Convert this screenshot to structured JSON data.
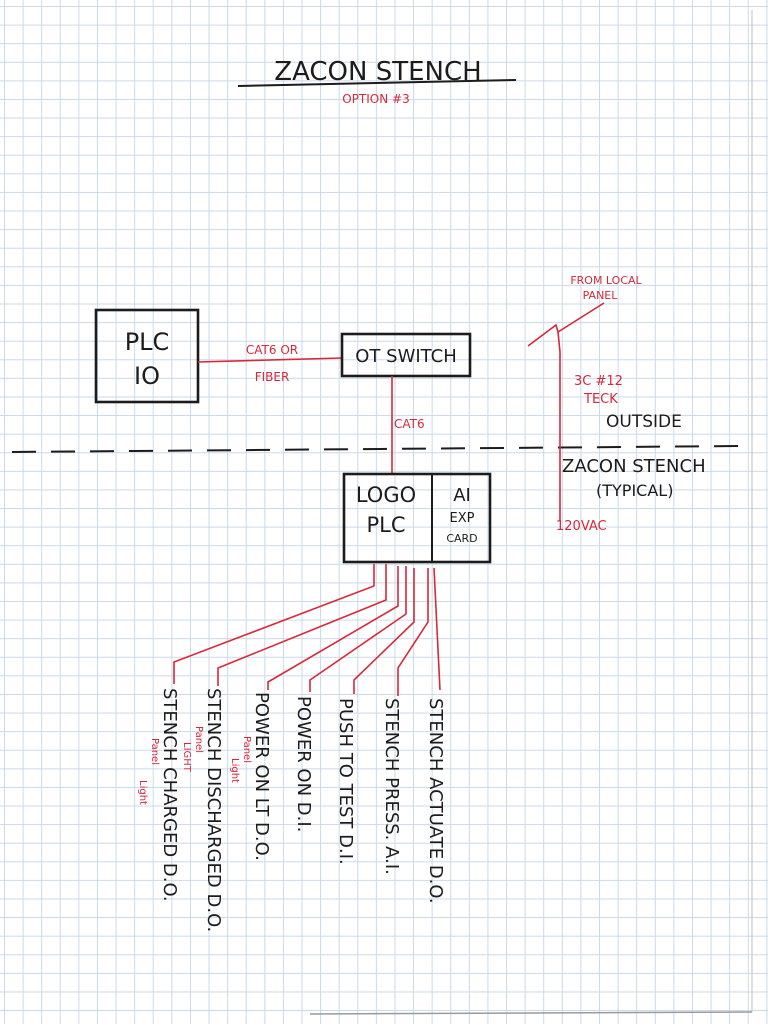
{
  "title": "ZACON STENCH",
  "subtitle": "OPTION #3",
  "nodes": {
    "plc_io": [
      "PLC",
      "IO"
    ],
    "ot_switch": "OT SWITCH",
    "logo_plc": [
      "LOGO",
      "PLC"
    ],
    "ai_exp": [
      "AI",
      "EXP",
      "CARD"
    ]
  },
  "links": {
    "plc_to_switch": [
      "CAT6 OR",
      "FIBER"
    ],
    "switch_to_logo": "CAT6"
  },
  "power": {
    "source": [
      "FROM LOCAL",
      "PANEL"
    ],
    "cable": [
      "3C #12",
      "TECK"
    ],
    "voltage": "120VAC"
  },
  "zones": {
    "outside": "OUTSIDE",
    "inside": [
      "ZACON STENCH",
      "(TYPICAL)"
    ]
  },
  "io_points": [
    {
      "label": "STENCH CHARGED D.O.",
      "note": [
        "Panel",
        "Light"
      ]
    },
    {
      "label": "STENCH DISCHARGED D.O.",
      "note": [
        "Panel",
        "LIGHT"
      ]
    },
    {
      "label": "POWER ON LT D.O.",
      "note": [
        "Panel",
        "Light"
      ]
    },
    {
      "label": "POWER ON D.I.",
      "note": []
    },
    {
      "label": "PUSH TO TEST D.I.",
      "note": []
    },
    {
      "label": "STENCH PRESS. A.I.",
      "note": []
    },
    {
      "label": "STENCH ACTUATE D.O.",
      "note": []
    }
  ],
  "colors": {
    "ink": "#1c1c1c",
    "red_ink": "#d8283a",
    "grid": "#c9d9e8"
  }
}
